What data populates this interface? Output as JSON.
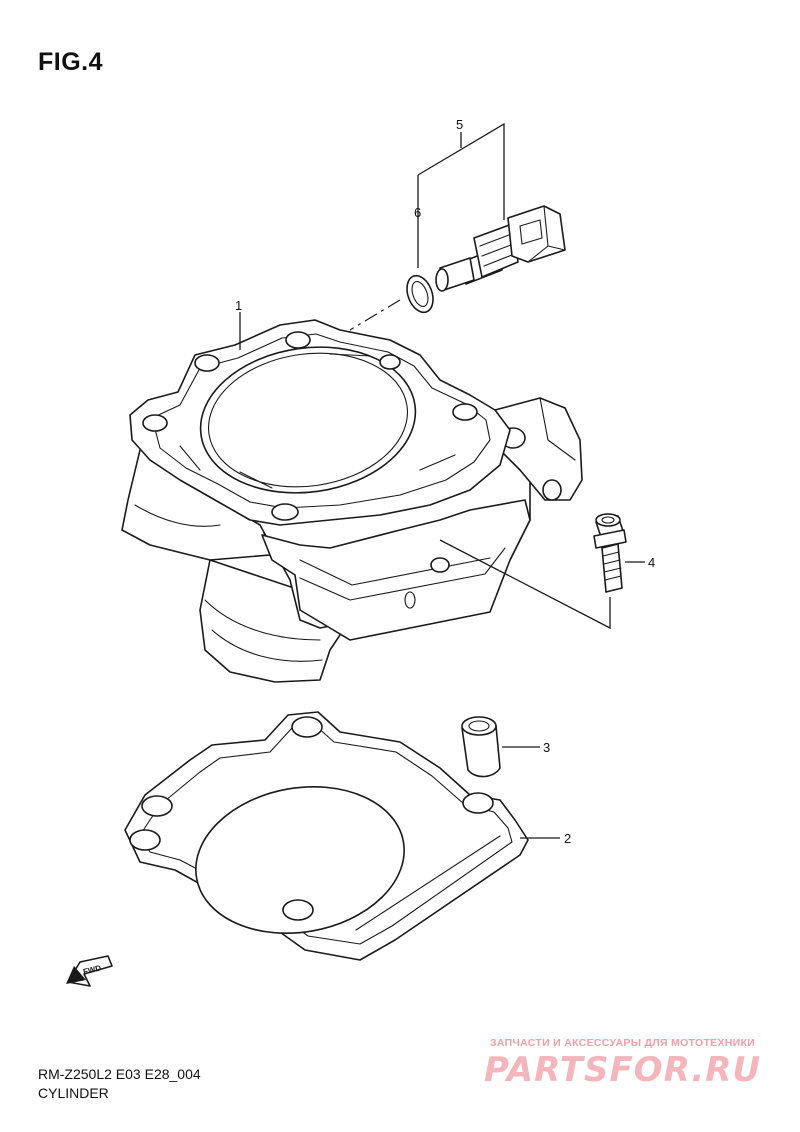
{
  "figure": {
    "title": "FIG.4"
  },
  "callouts": [
    {
      "id": "1",
      "label": "1"
    },
    {
      "id": "2",
      "label": "2"
    },
    {
      "id": "3",
      "label": "3"
    },
    {
      "id": "4",
      "label": "4"
    },
    {
      "id": "5",
      "label": "5"
    },
    {
      "id": "6",
      "label": "6"
    }
  ],
  "direction_badge": {
    "label": "FWD"
  },
  "footer": {
    "model_code": "RM-Z250L2 E03 E28_004",
    "section_name": "CYLINDER"
  },
  "watermark": {
    "tagline": "ЗАПЧАСТИ И АКСЕССУАРЫ ДЛЯ МОТОТЕХНИКИ",
    "logo_text": "PARTSFOR.RU",
    "color": "#f4b6bc"
  }
}
